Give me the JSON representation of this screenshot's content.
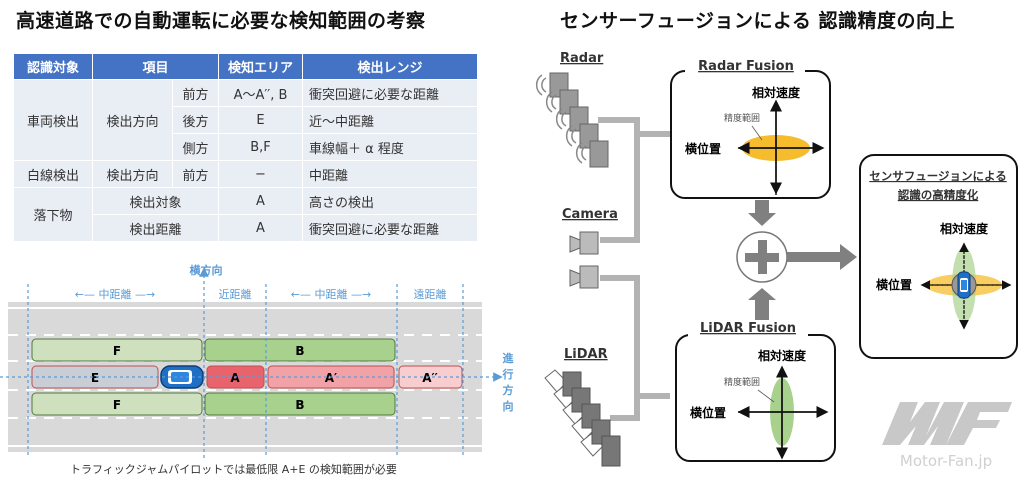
{
  "left": {
    "title": "高速道路での自動運転に必要な検知範囲の考察",
    "table": {
      "headers": [
        "認識対象",
        "項目",
        "検知エリア",
        "検出レンジ"
      ],
      "rows": [
        {
          "target": "車両検出",
          "item": "検出方向",
          "sub": "前方",
          "area": "A〜A′′, B",
          "range": "衝突回避に必要な距離"
        },
        {
          "sub": "後方",
          "area": "E",
          "range": "近〜中距離"
        },
        {
          "sub": "側方",
          "area": "B,F",
          "range": "車線幅＋ α  程度"
        },
        {
          "target": "白線検出",
          "item": "検出方向",
          "sub": "前方",
          "area": "−",
          "range": "中距離"
        },
        {
          "target": "落下物",
          "item": "検出対象",
          "area": "A",
          "range": "高さの検出"
        },
        {
          "item": "検出距離",
          "area": "A",
          "range": "衝突回避に必要な距離"
        }
      ]
    },
    "road": {
      "lateral_label": "横方向",
      "travel_label": [
        "進",
        "行",
        "方",
        "向"
      ],
      "zones": [
        "←— 中距離 —→",
        "近距離",
        "←— 中距離 —→",
        "遠距離"
      ],
      "areas": {
        "F": "F",
        "B": "B",
        "E": "E",
        "A": "A",
        "A1": "A′",
        "A2": "A′′"
      },
      "colors": {
        "F": "#cfe0bf",
        "B": "#a9d18e",
        "E": "#c9cdd6",
        "A": "#e8636b",
        "A1": "#f2a1a6",
        "A2": "#f8cdd0",
        "guide": "#5b9bd5"
      }
    },
    "caption": "トラフィックジャムパイロットでは最低限  A+E  の検知範囲が必要"
  },
  "right": {
    "title": "センサーフュージョンによる  認識精度の向上",
    "sensors": {
      "radar": "Radar",
      "camera": "Camera",
      "lidar": "LiDAR"
    },
    "radar_fusion": {
      "title": "Radar Fusion",
      "y_label": "相対速度",
      "x_label": "横位置",
      "precision_label": "精度範囲",
      "color": "#f5bd2e"
    },
    "lidar_fusion": {
      "title": "LiDAR Fusion",
      "y_label": "相対速度",
      "x_label": "横位置",
      "precision_label": "精度範囲",
      "color": "#a9d18e"
    },
    "result": {
      "title_line1": "センサフュージョンによる",
      "title_line2": "認識の高精度化",
      "y_label": "相対速度",
      "x_label": "横位置"
    },
    "watermark": "Motor-Fan.jp"
  }
}
